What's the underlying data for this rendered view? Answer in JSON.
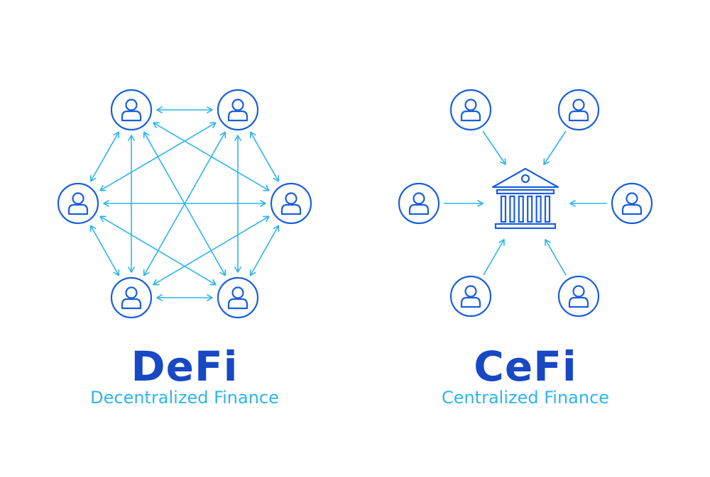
{
  "colors": {
    "primary": "#1a5fdc",
    "accent": "#2fb4ec",
    "title": "#1848c4",
    "background": "#ffffff"
  },
  "icons": {
    "user": "user-icon",
    "bank": "bank-icon"
  },
  "defi": {
    "title": "DeFi",
    "subtitle": "Decentralized Finance"
  },
  "cefi": {
    "title": "CeFi",
    "subtitle": "Centralized Finance"
  }
}
